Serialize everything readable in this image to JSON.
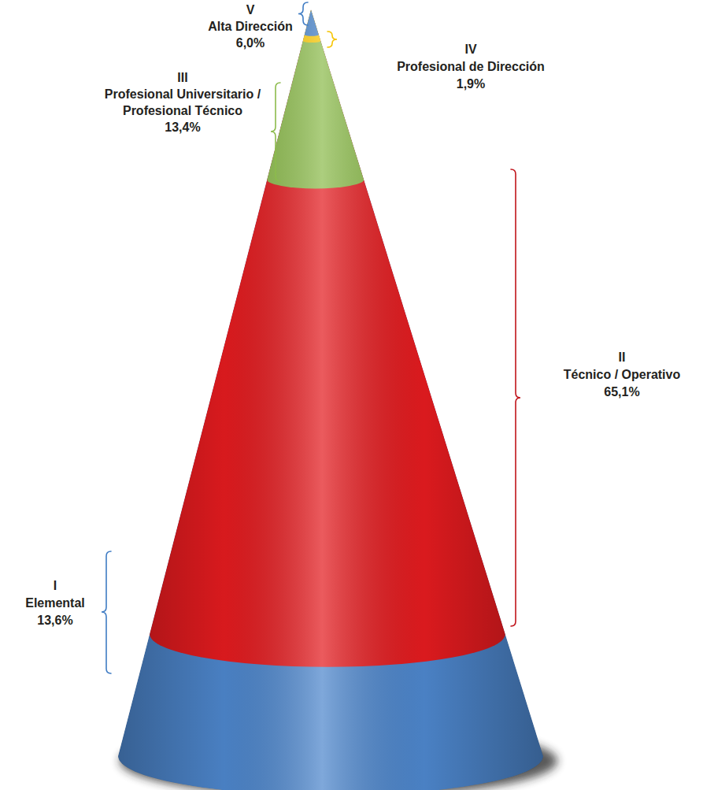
{
  "diagram": {
    "labels": [
      "V",
      "Alta Dirección",
      "6,0%",
      "IV",
      "Profesional de Dirección",
      "1,9%",
      "III",
      "Profesional Universitario / Profesional Técnico",
      "13,4%",
      "II",
      "Técnico / Operativo",
      "65,1%",
      "I",
      "Elemental",
      "13,6%"
    ]
  }
}
